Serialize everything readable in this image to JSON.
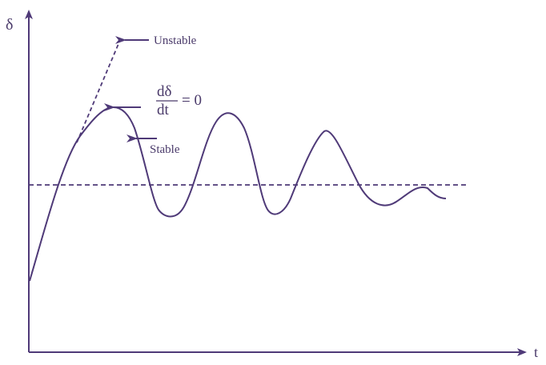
{
  "axes": {
    "y_label": "δ",
    "x_label": "t"
  },
  "labels": {
    "unstable": "Unstable",
    "stable": "Stable",
    "derivative_numerator": "dδ",
    "derivative_denominator": "dt",
    "derivative_equals": "= 0"
  },
  "colors": {
    "curve": "#4f3a78",
    "axis": "#4f3a78",
    "text": "#4a3a6a"
  }
}
